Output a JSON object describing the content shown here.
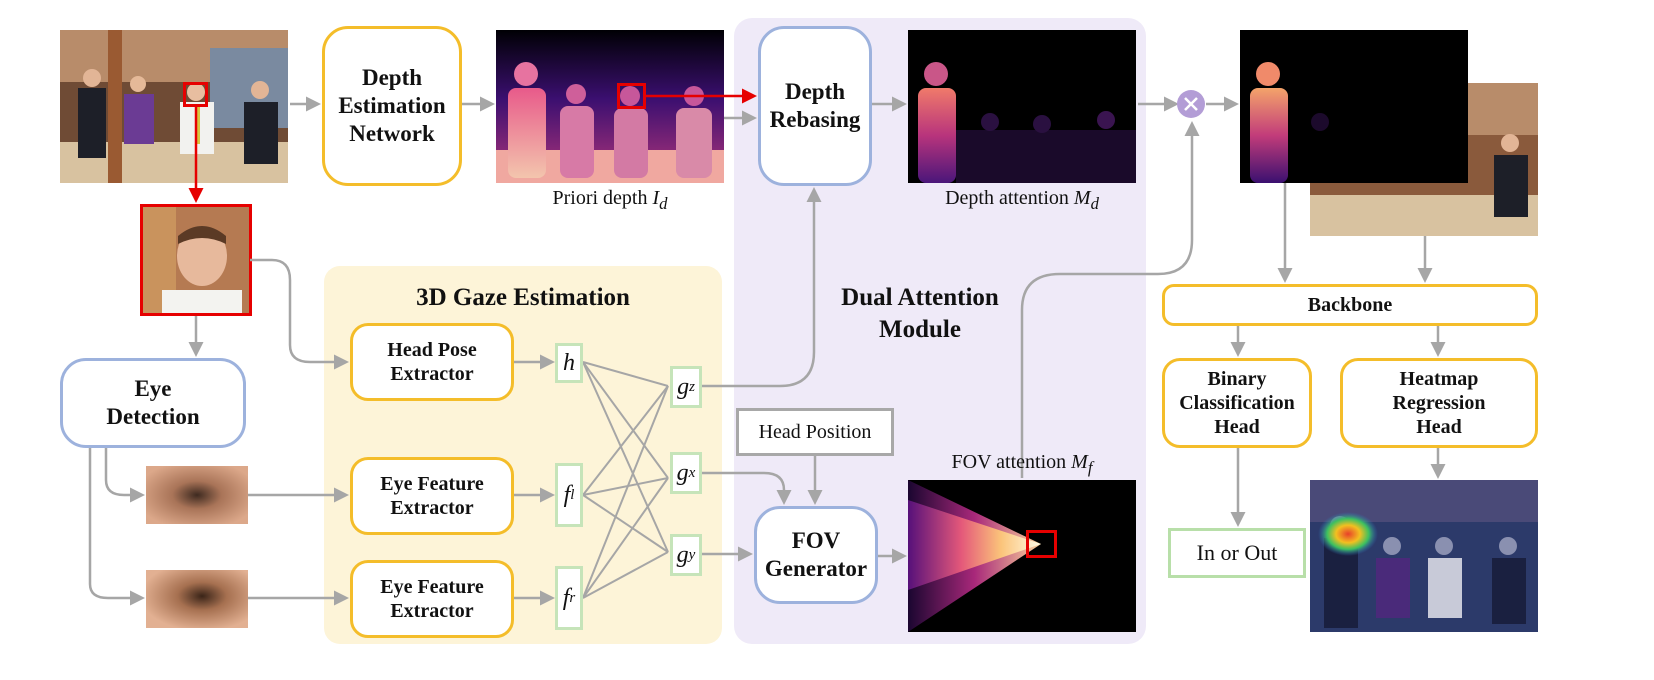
{
  "colors": {
    "arrow_grey": "#a6a6a6",
    "highlight_red": "#e60000",
    "gaze_panel": "#fdf4d8",
    "dual_panel": "#efeaf8",
    "multiply_node": "#b39dd6",
    "yellow_border": "#f4bd2a",
    "blue_border": "#9db2dd",
    "green_border": "#b8dfa9"
  },
  "modules": {
    "depth_estimation": "Depth\nEstimation\nNetwork",
    "depth_rebasing": "Depth\nRebasing",
    "eye_detection": "Eye\nDetection",
    "head_pose": "Head Pose\nExtractor",
    "eye_feature_1": "Eye Feature\nExtractor",
    "eye_feature_2": "Eye Feature\nExtractor",
    "head_position": "Head Position",
    "fov_generator": "FOV\nGenerator",
    "backbone": "Backbone",
    "binary_head": "Binary\nClassification\nHead",
    "heatmap_head": "Heatmap\nRegression\nHead",
    "in_or_out": "In or Out"
  },
  "regions": {
    "gaze_title": "3D Gaze Estimation",
    "dual_title": "Dual Attention\nModule"
  },
  "captions": {
    "priori_depth": "Priori depth",
    "priori_depth_symbol": "I",
    "priori_depth_sub": "d",
    "depth_attention": "Depth attention",
    "depth_attention_symbol": "M",
    "depth_attention_sub": "d",
    "fov_attention": "FOV attention",
    "fov_attention_symbol": "M",
    "fov_attention_sub": "f"
  },
  "variables": {
    "h": "h",
    "f": "f",
    "fl_sub": "l",
    "fr_sub": "r",
    "g": "g",
    "gz_sub": "z",
    "gx_sub": "x",
    "gy_sub": "y"
  },
  "icons": {
    "multiply": "multiply-icon"
  }
}
